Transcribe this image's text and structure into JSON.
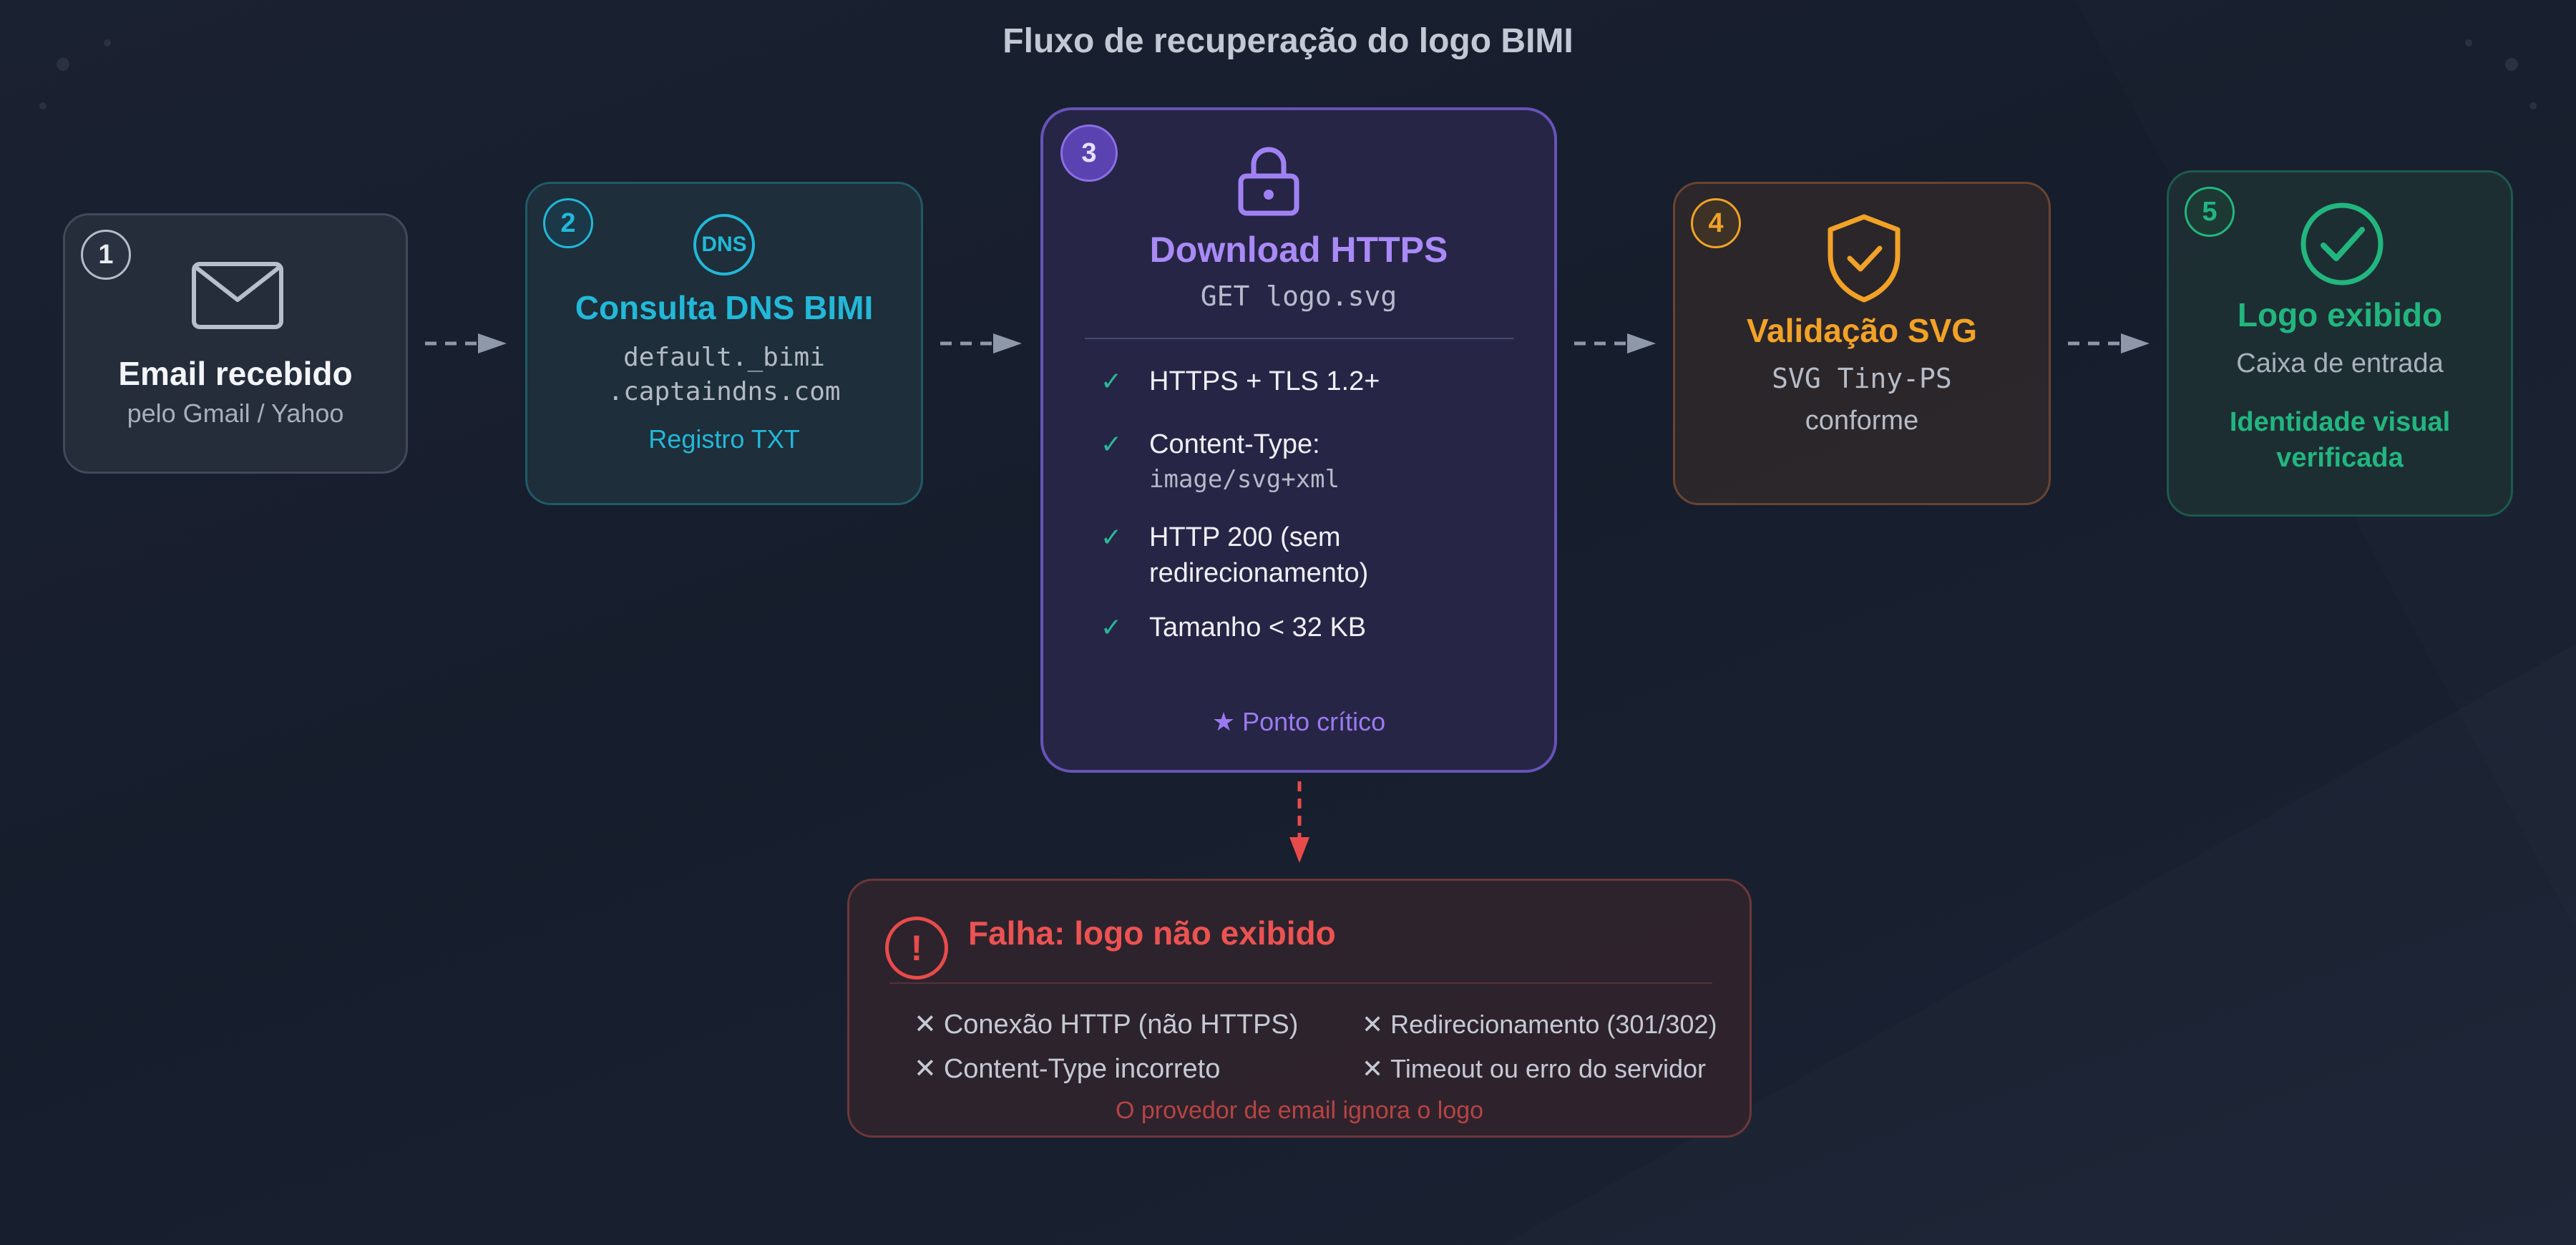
{
  "title": "Fluxo de recuperação do logo BIMI",
  "colors": {
    "background": "#171e2d",
    "neutral": "#cfd3dc",
    "dns": "#22b8d8",
    "https": "#a081f4",
    "svg_validation": "#f2a227",
    "success": "#22b67f",
    "failure": "#e94b4b"
  },
  "steps": [
    {
      "number": "1",
      "icon": "envelope-icon",
      "title": "Email recebido",
      "subtitle": "pelo Gmail / Yahoo"
    },
    {
      "number": "2",
      "icon": "dns-icon",
      "icon_text": "DNS",
      "title": "Consulta DNS BIMI",
      "record_line1": "default._bimi",
      "record_line2": ".captaindns.com",
      "note": "Registro TXT"
    },
    {
      "number": "3",
      "icon": "lock-icon",
      "title": "Download HTTPS",
      "code": "GET logo.svg",
      "checks": [
        {
          "line1": "HTTPS + TLS 1.2+"
        },
        {
          "line1": "Content-Type:",
          "line2": "image/svg+xml"
        },
        {
          "line1": "HTTP 200 (sem",
          "line2": "redirecionamento)"
        },
        {
          "line1": "Tamanho < 32 KB"
        }
      ],
      "critical": "★ Ponto crítico"
    },
    {
      "number": "4",
      "icon": "shield-check-icon",
      "title": "Validação SVG",
      "line1": "SVG Tiny-PS",
      "line2": "conforme"
    },
    {
      "number": "5",
      "icon": "check-circle-icon",
      "title": "Logo exibido",
      "subtitle": "Caixa de entrada",
      "note_line1": "Identidade visual",
      "note_line2": "verificada"
    }
  ],
  "failure": {
    "icon": "exclamation-icon",
    "title": "Falha: logo não exibido",
    "reasons": [
      "Conexão HTTP (não HTTPS)",
      "Redirecionamento (301/302)",
      "Content-Type incorreto",
      "Timeout ou erro do servidor"
    ],
    "note": "O provedor de email ignora o logo"
  }
}
